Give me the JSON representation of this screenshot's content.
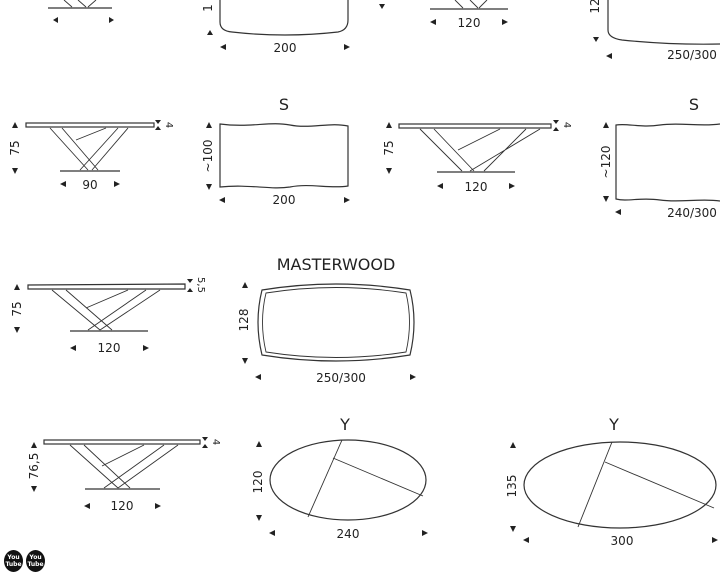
{
  "drawings": {
    "row0": {
      "left_height": "1",
      "left_width": "200",
      "mid_width": "120",
      "right_height": "12",
      "right_width": "250/300"
    },
    "row1": {
      "sideA": {
        "height": "75",
        "top": "4",
        "width": "90"
      },
      "topA": {
        "label": "S",
        "height": "~100",
        "width": "200"
      },
      "sideB": {
        "height": "75",
        "top": "4",
        "width": "120"
      },
      "topB": {
        "label": "S",
        "height": "~120",
        "width": "240/300"
      }
    },
    "row2": {
      "side": {
        "height": "75",
        "top": "5,5",
        "width": "120"
      },
      "top": {
        "label": "MASTERWOOD",
        "height": "128",
        "width": "250/300"
      }
    },
    "row3": {
      "side": {
        "height": "76,5",
        "top": "4",
        "width": "120"
      },
      "topA": {
        "label": "Y",
        "height": "120",
        "width": "240"
      },
      "topB": {
        "label": "Y",
        "height": "135",
        "width": "300"
      }
    }
  },
  "social": {
    "icons": [
      {
        "name": "youtube-icon",
        "line1": "You",
        "line2": "Tube"
      },
      {
        "name": "youtube-icon",
        "line1": "You",
        "line2": "Tube"
      }
    ]
  }
}
